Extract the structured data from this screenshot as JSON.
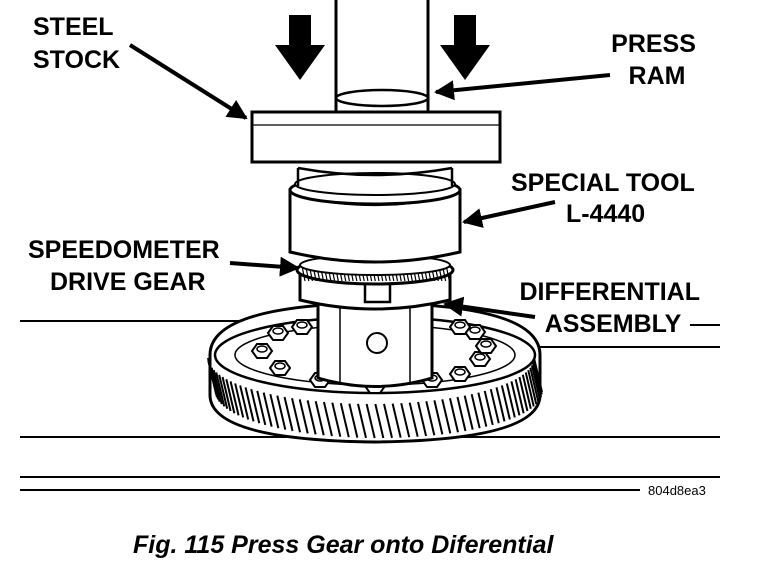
{
  "labels": {
    "steel_stock": [
      "STEEL",
      "STOCK"
    ],
    "press_ram": [
      "PRESS",
      "RAM"
    ],
    "special_tool": [
      "SPECIAL TOOL",
      "L-4440"
    ],
    "speedometer_gear": [
      "SPEEDOMETER",
      "DRIVE GEAR"
    ],
    "differential": [
      "DIFFERENTIAL",
      "ASSEMBLY"
    ]
  },
  "image_code": "804d8ea3",
  "caption": "Fig. 115 Press Gear onto Diferential",
  "colors": {
    "ink": "#000000",
    "paper": "#ffffff"
  },
  "icons": [
    "down-arrow-icon",
    "leader-arrow-icon",
    "bolt-icon"
  ]
}
